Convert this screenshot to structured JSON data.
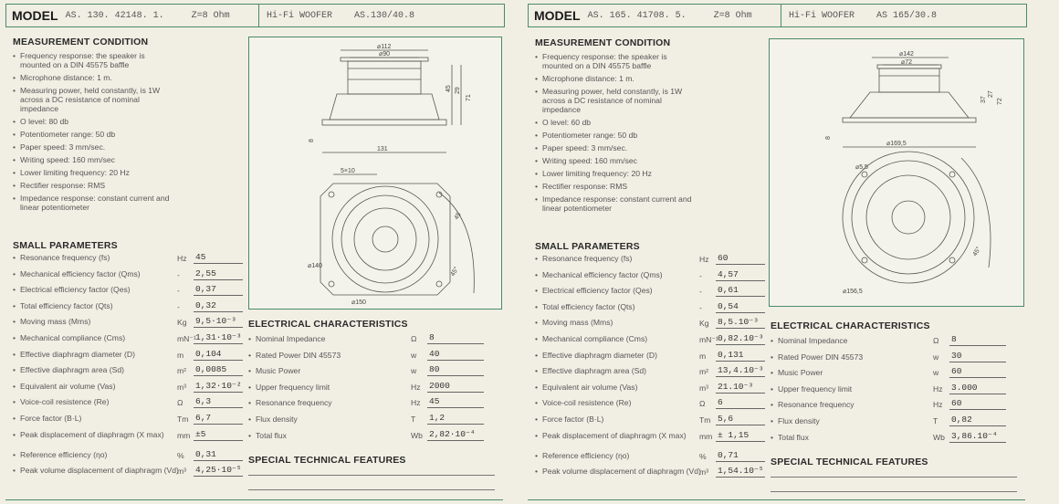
{
  "left": {
    "model_label": "MODEL",
    "model_code": "AS. 130. 42148. 1.",
    "impedance": "Z=8 Ohm",
    "type": "Hi-Fi WOOFER",
    "type_code": "AS.130/40.8",
    "measurement_title": "MEASUREMENT CONDITION",
    "measurement": [
      "Frequency response: the speaker is mounted on a DIN 45575 baffle",
      "Microphone distance: 1 m.",
      "Measuring power, held constantly, is 1W across a DC resistance of nominal impedance",
      "O level: 80 db",
      "Potentiometer range: 50 db",
      "Paper speed: 3 mm/sec.",
      "Writing speed: 160 mm/sec",
      "Lower limiting frequency: 20 Hz",
      "Rectifier response: RMS",
      "Impedance response: constant current and linear potentiometer"
    ],
    "small_title": "SMALL PARAMETERS",
    "small": [
      {
        "label": "Resonance frequency (fs)",
        "unit": "Hz",
        "value": "45"
      },
      {
        "label": "Mechanical efficiency factor (Qms)",
        "unit": "-",
        "value": "2,55"
      },
      {
        "label": "Electrical efficiency factor (Qes)",
        "unit": "-",
        "value": "0,37"
      },
      {
        "label": "Total efficiency factor (Qts)",
        "unit": "-",
        "value": "0,32"
      },
      {
        "label": "Moving mass (Mms)",
        "unit": "Kg",
        "value": "9,5·10⁻³"
      },
      {
        "label": "Mechanical compliance (Cms)",
        "unit": "mN⁻¹",
        "value": "1,31·10⁻³"
      },
      {
        "label": "Effective diaphragm diameter (D)",
        "unit": "m",
        "value": "0,104"
      },
      {
        "label": "Effective diaphragm area (Sd)",
        "unit": "m²",
        "value": "0,0085"
      },
      {
        "label": "Equivalent air volume (Vas)",
        "unit": "m³",
        "value": "1,32·10⁻²"
      },
      {
        "label": "Voice-coil resistence (Re)",
        "unit": "Ω",
        "value": "6,3"
      },
      {
        "label": "Force factor (B·L)",
        "unit": "Tm",
        "value": "6,7"
      },
      {
        "label": "Peak displacement of diaphragm (X max)",
        "unit": "mm",
        "value": "±5"
      },
      {
        "label": "Reference efficiency (ηo)",
        "unit": "%",
        "value": "0,31"
      },
      {
        "label": "Peak volume displacement of diaphragm (Vd)",
        "unit": "m³",
        "value": "4,25·10⁻⁵"
      }
    ],
    "elec_title": "ELECTRICAL CHARACTERISTICS",
    "elec": [
      {
        "label": "Nominal Impedance",
        "unit": "Ω",
        "value": "8"
      },
      {
        "label": "Rated Power DIN 45573",
        "unit": "w",
        "value": "40"
      },
      {
        "label": "Music Power",
        "unit": "w",
        "value": "80"
      },
      {
        "label": "Upper frequency limit",
        "unit": "Hz",
        "value": "2000"
      },
      {
        "label": "Resonance frequency",
        "unit": "Hz",
        "value": "45"
      },
      {
        "label": "Flux density",
        "unit": "T",
        "value": "1,2"
      },
      {
        "label": "Total flux",
        "unit": "Wb",
        "value": "2,82·10⁻⁴"
      }
    ],
    "special_title": "SPECIAL TECHNICAL FEATURES",
    "drawing": {
      "d1": "⌀112",
      "d2": "⌀90",
      "d3": "131",
      "d4": "5×10",
      "d5": "⌀140",
      "d6": "⌀150",
      "d7": "45°",
      "d8": "45",
      "d9": "29",
      "d10": "71",
      "d11": "8"
    }
  },
  "right": {
    "model_label": "MODEL",
    "model_code": "AS. 165. 41708. 5.",
    "impedance": "Z=8 Ohm",
    "type": "Hi-Fi WOOFER",
    "type_code": "AS 165/30.8",
    "measurement_title": "MEASUREMENT CONDITION",
    "measurement": [
      "Frequency response: the speaker is mounted on a DIN 45575 baffle",
      "Microphone distance: 1 m.",
      "Measuring power, held constantly, is 1W across a DC resistance of nominal impedance",
      "O level: 60 db",
      "Potentiometer range: 50 db",
      "Paper speed: 3 mm/sec.",
      "Writing speed: 160 mm/sec",
      "Lower limiting frequency: 20 Hz",
      "Rectifier response: RMS",
      "Impedance response: constant current and linear potentiometer"
    ],
    "small_title": "SMALL PARAMETERS",
    "small": [
      {
        "label": "Resonance frequency (fs)",
        "unit": "Hz",
        "value": "60"
      },
      {
        "label": "Mechanical efficiency factor (Qms)",
        "unit": "-",
        "value": "4,57"
      },
      {
        "label": "Electrical efficiency factor (Qes)",
        "unit": "-",
        "value": "0,61"
      },
      {
        "label": "Total efficiency factor (Qts)",
        "unit": "-",
        "value": "0,54"
      },
      {
        "label": "Moving mass (Mms)",
        "unit": "Kg",
        "value": "8,5.10⁻³"
      },
      {
        "label": "Mechanical compliance (Cms)",
        "unit": "mN⁻¹",
        "value": "0,82.10⁻³"
      },
      {
        "label": "Effective diaphragm diameter (D)",
        "unit": "m",
        "value": "0,131"
      },
      {
        "label": "Effective diaphragm area (Sd)",
        "unit": "m²",
        "value": "13,4.10⁻³"
      },
      {
        "label": "Equivalent air volume (Vas)",
        "unit": "m³",
        "value": "21.10⁻³"
      },
      {
        "label": "Voice-coil resistence (Re)",
        "unit": "Ω",
        "value": "6"
      },
      {
        "label": "Force factor (B·L)",
        "unit": "Tm",
        "value": "5,6"
      },
      {
        "label": "Peak displacement of diaphragm (X max)",
        "unit": "mm",
        "value": "± 1,15"
      },
      {
        "label": "Reference efficiency (ηo)",
        "unit": "%",
        "value": "0,71"
      },
      {
        "label": "Peak volume displacement of diaphragm (Vd)",
        "unit": "m³",
        "value": "1,54.10⁻⁵"
      }
    ],
    "elec_title": "ELECTRICAL CHARACTERISTICS",
    "elec": [
      {
        "label": "Nominal Impedance",
        "unit": "Ω",
        "value": "8"
      },
      {
        "label": "Rated Power DIN 45573",
        "unit": "w",
        "value": "30"
      },
      {
        "label": "Music Power",
        "unit": "w",
        "value": "60"
      },
      {
        "label": "Upper frequency limit",
        "unit": "Hz",
        "value": "3.000"
      },
      {
        "label": "Resonance frequency",
        "unit": "Hz",
        "value": "60"
      },
      {
        "label": "Flux density",
        "unit": "T",
        "value": "0,82"
      },
      {
        "label": "Total flux",
        "unit": "Wb",
        "value": "3,86.10⁻⁴"
      }
    ],
    "special_title": "SPECIAL TECHNICAL FEATURES",
    "drawing": {
      "d1": "⌀142",
      "d2": "⌀72",
      "d3": "⌀169,5",
      "d4": "⌀5,5",
      "d5": "⌀156,5",
      "d6": "",
      "d7": "45°",
      "d8": "37",
      "d9": "27",
      "d10": "72",
      "d11": "8"
    }
  }
}
